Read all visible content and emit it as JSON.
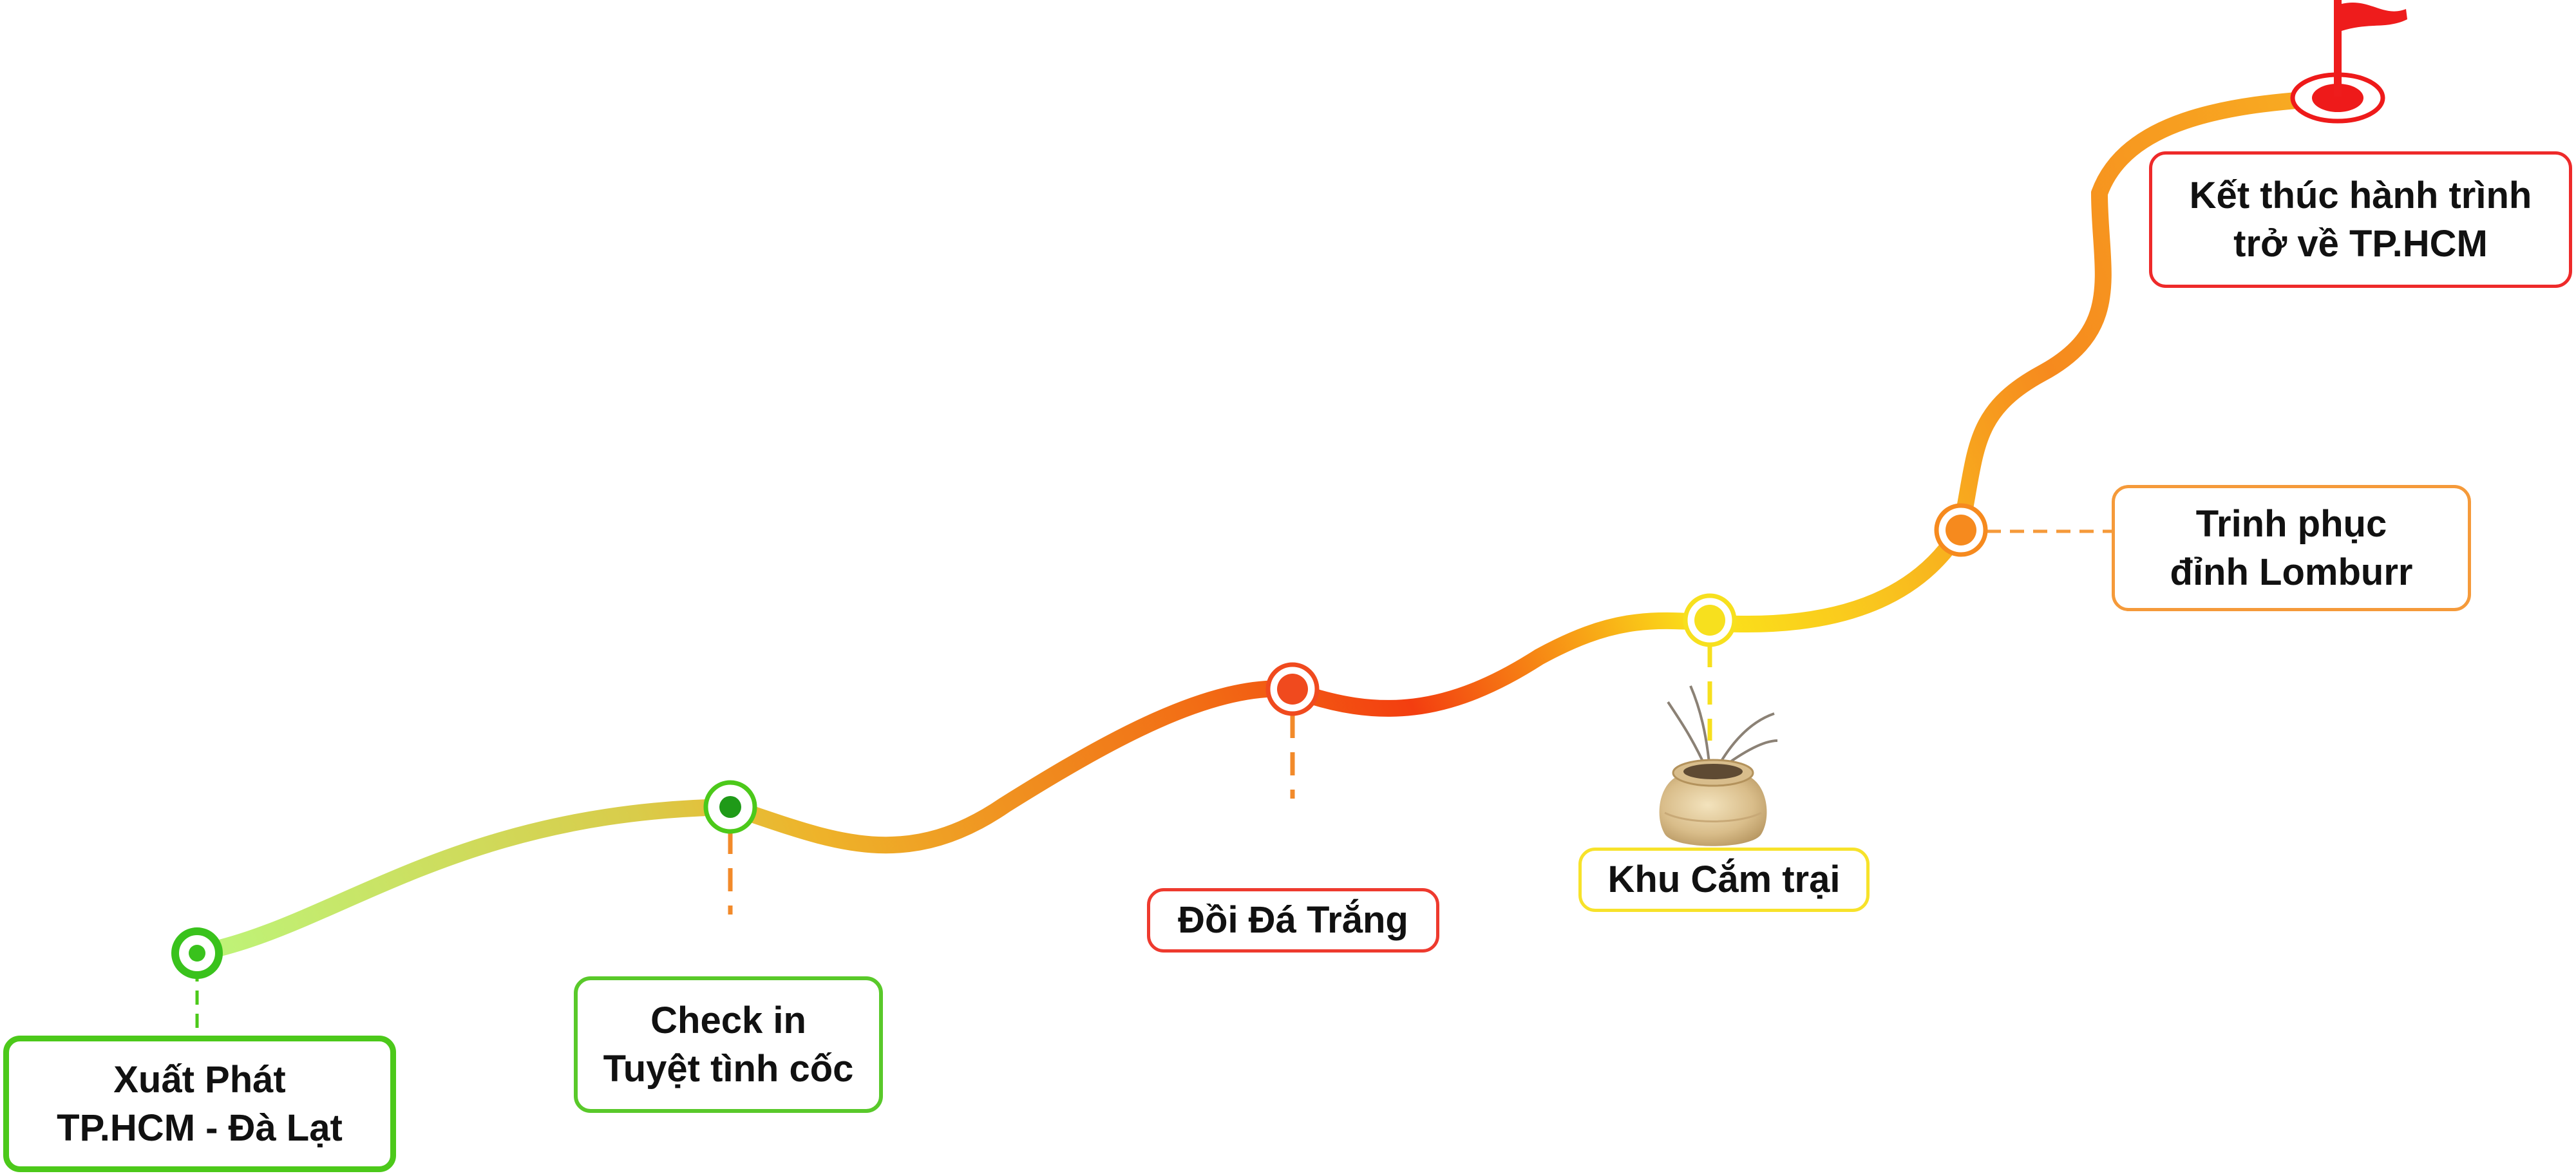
{
  "stops": [
    {
      "id": "start",
      "label": "Xuất Phát\nTP.HCM - Đà Lạt",
      "color": "#4cc91a",
      "dot_color": "#39c21c"
    },
    {
      "id": "check",
      "label": "Check in\nTuyệt tình cốc",
      "color": "#59c92a",
      "dot_color": "#1f9a18"
    },
    {
      "id": "doi",
      "label": "Đồi Đá Trắng",
      "color": "#ee3a2e",
      "dot_color": "#f04a1e"
    },
    {
      "id": "khu",
      "label": "Khu Cắm trại",
      "color": "#f7e22a",
      "dot_color": "#f7e01e"
    },
    {
      "id": "trinh",
      "label": "Trinh phục\nđỉnh Lomburr",
      "color": "#f59a3a",
      "dot_color": "#f68a1e"
    },
    {
      "id": "end",
      "label": "Kết thúc hành trình\ntrở về TP.HCM",
      "color": "#ee2a2a",
      "dot_color": "#ee1a1a"
    }
  ],
  "icons": {
    "pot": "clay-pot-icon",
    "flag": "red-flag-icon"
  },
  "colors": {
    "path_start": "#bdf57a",
    "path_mid": "#f7c12a",
    "path_red": "#f54a12",
    "path_yellow": "#fbe31a",
    "path_end": "#f8a81e",
    "flag": "#ee1c1c"
  }
}
